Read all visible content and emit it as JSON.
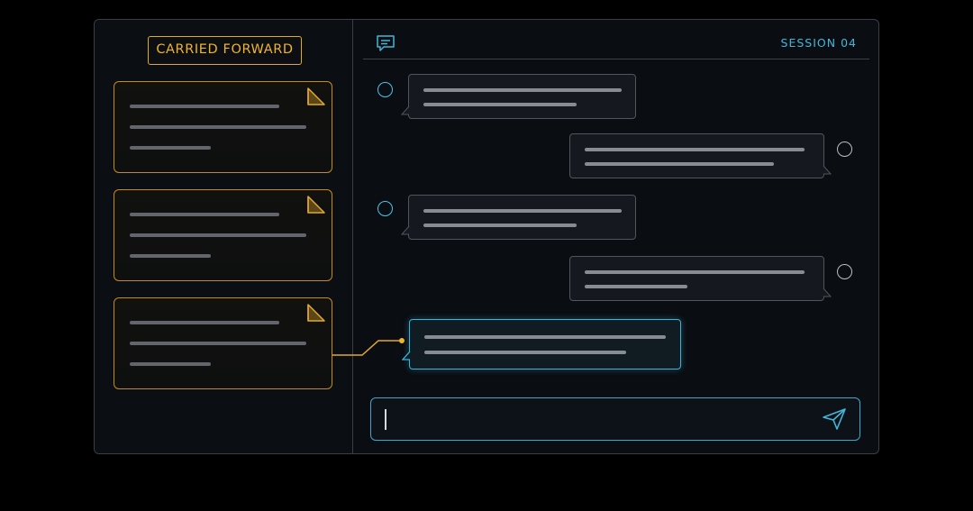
{
  "carried_forward": {
    "label": "CARRIED FORWARD",
    "notes": [
      {
        "id": "note-1"
      },
      {
        "id": "note-2"
      },
      {
        "id": "note-3"
      }
    ]
  },
  "chat": {
    "session_label": "SESSION 04",
    "messages": [
      {
        "sender": "assistant"
      },
      {
        "sender": "user"
      },
      {
        "sender": "assistant"
      },
      {
        "sender": "user"
      },
      {
        "sender": "assistant",
        "highlighted": true
      }
    ],
    "composer": {
      "value": "",
      "placeholder": ""
    }
  },
  "colors": {
    "accent_amber": "#f0b429",
    "accent_cyan": "#36b6dc",
    "panel_border": "#3a3f46",
    "background": "#000000"
  },
  "icons": {
    "header": "chat-bubble-icon",
    "note_corner": "folded-corner-icon",
    "send": "paper-plane-icon"
  }
}
